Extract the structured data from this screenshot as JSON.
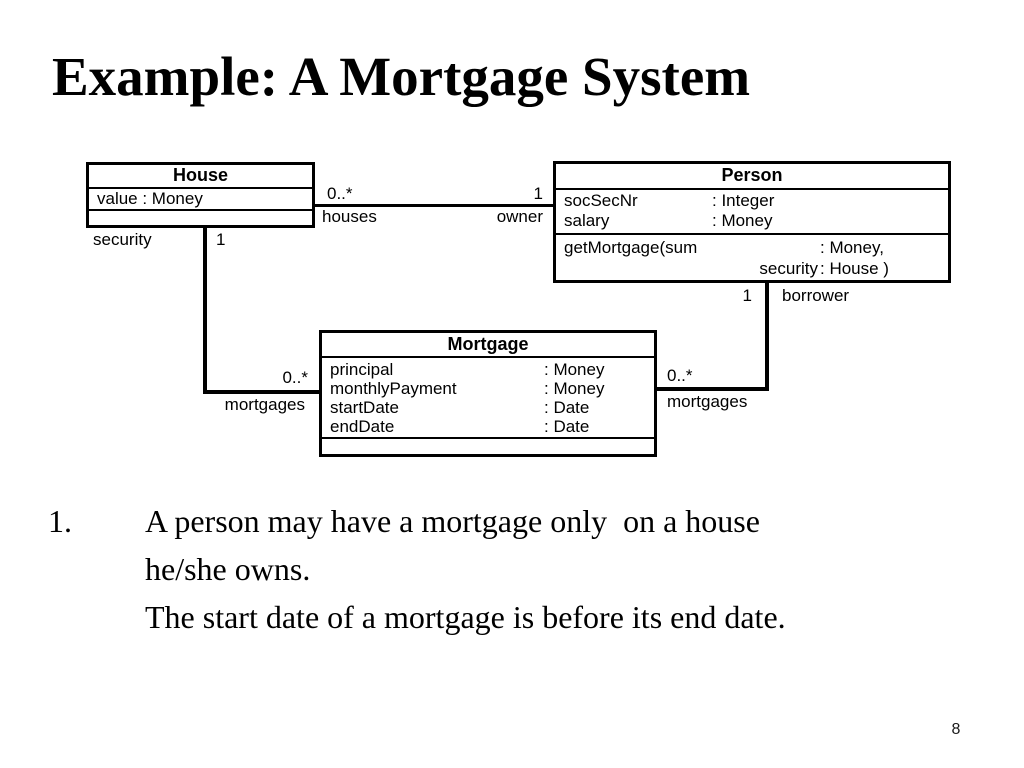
{
  "title": "Example: A Mortgage System",
  "page_number": "8",
  "colors": {
    "stroke": "#000000",
    "text": "#000000",
    "background": "#ffffff"
  },
  "diagram": {
    "house": {
      "name": "House",
      "attributes": [
        {
          "text": "value : Money"
        }
      ]
    },
    "person": {
      "name": "Person",
      "attributes": [
        {
          "name": "socSecNr",
          "type": ": Integer"
        },
        {
          "name": "salary",
          "type": ": Money"
        }
      ],
      "operations": [
        {
          "name": "getMortgage(sum",
          "type": ": Money,"
        },
        {
          "name": "security",
          "type": ": House )"
        }
      ]
    },
    "mortgage": {
      "name": "Mortgage",
      "attributes": [
        {
          "name": "principal",
          "type": ": Money"
        },
        {
          "name": "monthlyPayment",
          "type": ": Money"
        },
        {
          "name": "startDate",
          "type": ": Date"
        },
        {
          "name": "endDate",
          "type": ": Date"
        }
      ]
    },
    "associations": {
      "house_person": {
        "house_mult": "0..*",
        "person_mult": "1",
        "house_role": "houses",
        "person_role": "owner"
      },
      "house_mortgage": {
        "house_role": "security",
        "house_mult": "1",
        "mortgage_mult": "0..*",
        "mortgage_role": "mortgages"
      },
      "person_mortgage": {
        "person_mult": "1",
        "person_role": "borrower",
        "mortgage_mult": "0..*",
        "mortgage_role": "mortgages"
      }
    }
  },
  "notes": {
    "number": "1.",
    "lines": [
      "A person may have a mortgage only  on a house",
      "he/she owns.",
      "The start date of a mortgage is before its end date."
    ]
  }
}
